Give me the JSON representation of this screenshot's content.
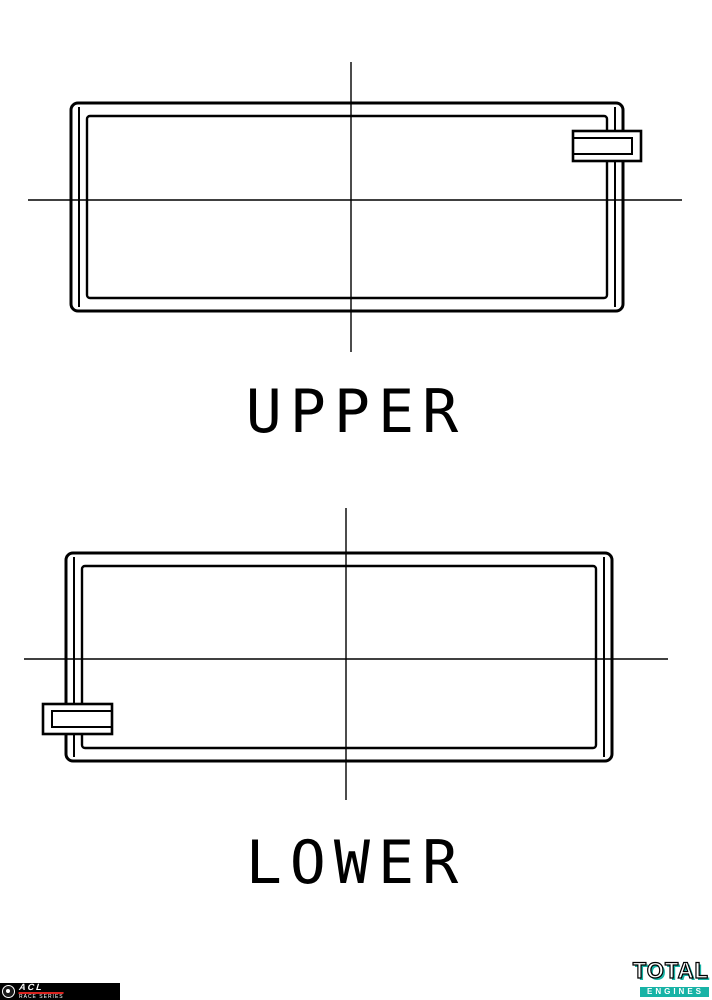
{
  "diagrams": {
    "upper": {
      "label": "UPPER"
    },
    "lower": {
      "label": "LOWER"
    }
  },
  "logos": {
    "acl": {
      "brand": "ACL",
      "tagline": "RACE SERIES"
    },
    "total": {
      "brand": "TOTAL",
      "sub": "ENGINES"
    }
  },
  "colors": {
    "line": "#000000",
    "teal": "#17b3a6",
    "red": "#d9241f",
    "background": "#ffffff"
  }
}
